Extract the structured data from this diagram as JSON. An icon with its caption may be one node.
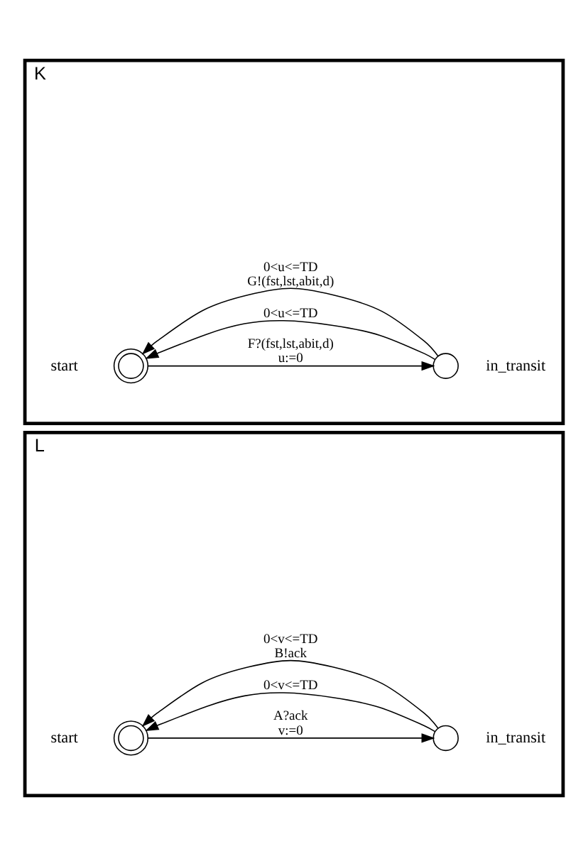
{
  "diagram": {
    "nodes": [
      {
        "text": [
          "K"
        ]
      },
      {
        "text": [],
        "shape": "doublecircle",
        "beside": [
          "start"
        ],
        "in": 0
      },
      {
        "text": [],
        "shape": "circle",
        "beside": [
          "in_transit"
        ],
        "in": 0
      },
      {
        "text": [
          "L"
        ]
      },
      {
        "text": [],
        "shape": "doublecircle",
        "beside": [
          "start"
        ],
        "in": 3
      },
      {
        "text": [],
        "shape": "circle",
        "beside": [
          "in_transit"
        ],
        "in": 3
      }
    ],
    "edges": [
      {
        "from": 2,
        "to": 1,
        "arrow": "to",
        "label": "0<u<=TD"
      },
      {
        "from": 1,
        "to": 2,
        "arrow": "to",
        "label": "F?(fst,lst,abit,d) u:=0"
      },
      {
        "from": 2,
        "to": 1,
        "arrow": "to",
        "label": "0<u<=TD G!(fst,lst,abit,d)"
      },
      {
        "from": 5,
        "to": 4,
        "arrow": "to",
        "label": "0<v<=TD"
      },
      {
        "from": 4,
        "to": 5,
        "arrow": "to",
        "label": "A?ack v:=0"
      },
      {
        "from": 5,
        "to": 4,
        "arrow": "to",
        "label": "0<v<=TD B!ack"
      }
    ]
  }
}
